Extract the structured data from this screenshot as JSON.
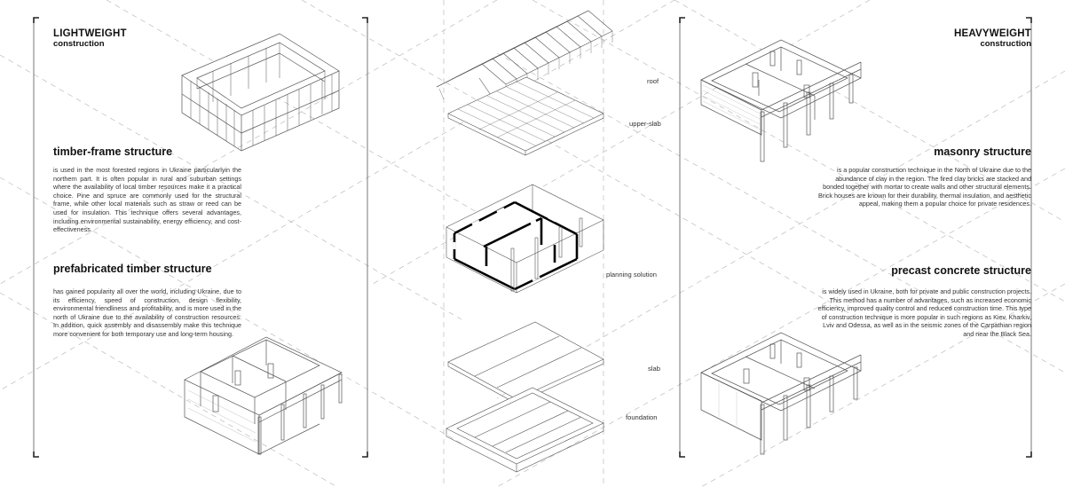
{
  "left_panel": {
    "title": "LIGHTWEIGHT",
    "subtitle": "construction",
    "sections": [
      {
        "heading": "timber-frame structure",
        "body": "is used in the most forested regions in Ukraine particularlyin the northern part. It is often popular in rural and suburban settings where the availability of local timber resources make it a practical choice. Pine and spruce are commonly used for the structural frame, while other local materials such as straw or reed can be used for insulation. This technique offers several advantages, including environmental sustainability, energy efficiency, and cost-effectiveness."
      },
      {
        "heading": "prefabricated timber structure",
        "body": "has gained popularity all over the world, including Ukraine, due to its efficiency, speed of construction, design flexibility, environmental friendliness and profitability, and is more used in the north of Ukraine due to the availability of construction resources. In addition, quick assembly and disassembly make this technique more convenient for both temporary use and long-term housing."
      }
    ]
  },
  "right_panel": {
    "title": "HEAVYWEIGHT",
    "subtitle": "construction",
    "sections": [
      {
        "heading": "masonry structure",
        "body": "is a popular construction technique in the North of Ukraine due to the abundance of clay in the region. The fired clay bricks are stacked and bonded together with mortar to create walls and other structural elements. Brick houses are known for their durability, thermal insulation, and aesthetic appeal, making them a popular choice for private residences."
      },
      {
        "heading": "precast concrete structure",
        "body": "is widely used in Ukraine, both for private and public construction projects. This method has a number of advantages, such as increased economic efficiency, improved quality control and reduced construction time. This type of construction technique is more popular in such regions as Kiev, Kharkiv, Lviv and Odessa, as well as in the seismic zones of the Carpathian region and near the Black Sea."
      }
    ]
  },
  "layers": {
    "roof": "roof",
    "upper_slab": "upper-slab",
    "planning_solution": "planning solution",
    "slab": "slab",
    "foundation": "foundation"
  },
  "colors": {
    "line": "#555555",
    "guide": "#b5b5b5",
    "frame": "#444444",
    "bold_wall": "#000000"
  }
}
